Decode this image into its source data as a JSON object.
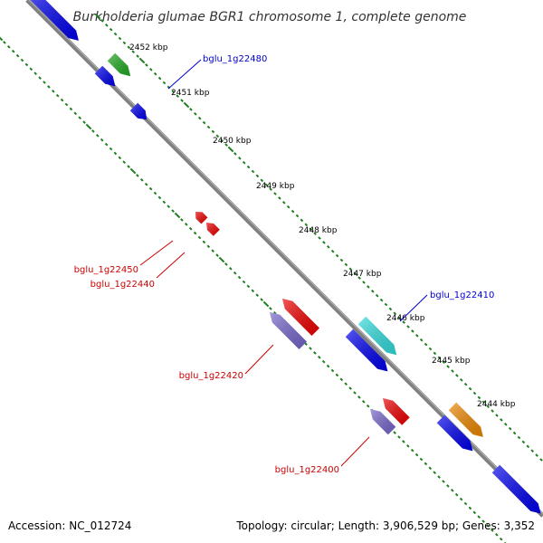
{
  "title": "Burkholderia glumae BGR1 chromosome 1, complete genome",
  "accession": "Accession: NC_012724",
  "summary": "Topology: circular; Length: 3,906,529 bp; Genes: 3,352",
  "colors": {
    "backbone": "#808080",
    "tick": "#1e7d1e",
    "forward_label": "#0000cc",
    "reverse_label": "#cc0000",
    "blue": "#0000ee",
    "green": "#22aa22",
    "red": "#ee0000",
    "slate": "#7766cc",
    "cyan": "#33dddd",
    "orange": "#ee8800"
  },
  "ticks": [
    "2452 kbp",
    "2451 kbp",
    "2450 kbp",
    "2449 kbp",
    "2448 kbp",
    "2447 kbp",
    "2446 kbp",
    "2445 kbp",
    "2444 kbp"
  ],
  "gene_labels": [
    "bglu_1g22480",
    "bglu_1g22450",
    "bglu_1g22440",
    "bglu_1g22420",
    "bglu_1g22410",
    "bglu_1g22400"
  ]
}
